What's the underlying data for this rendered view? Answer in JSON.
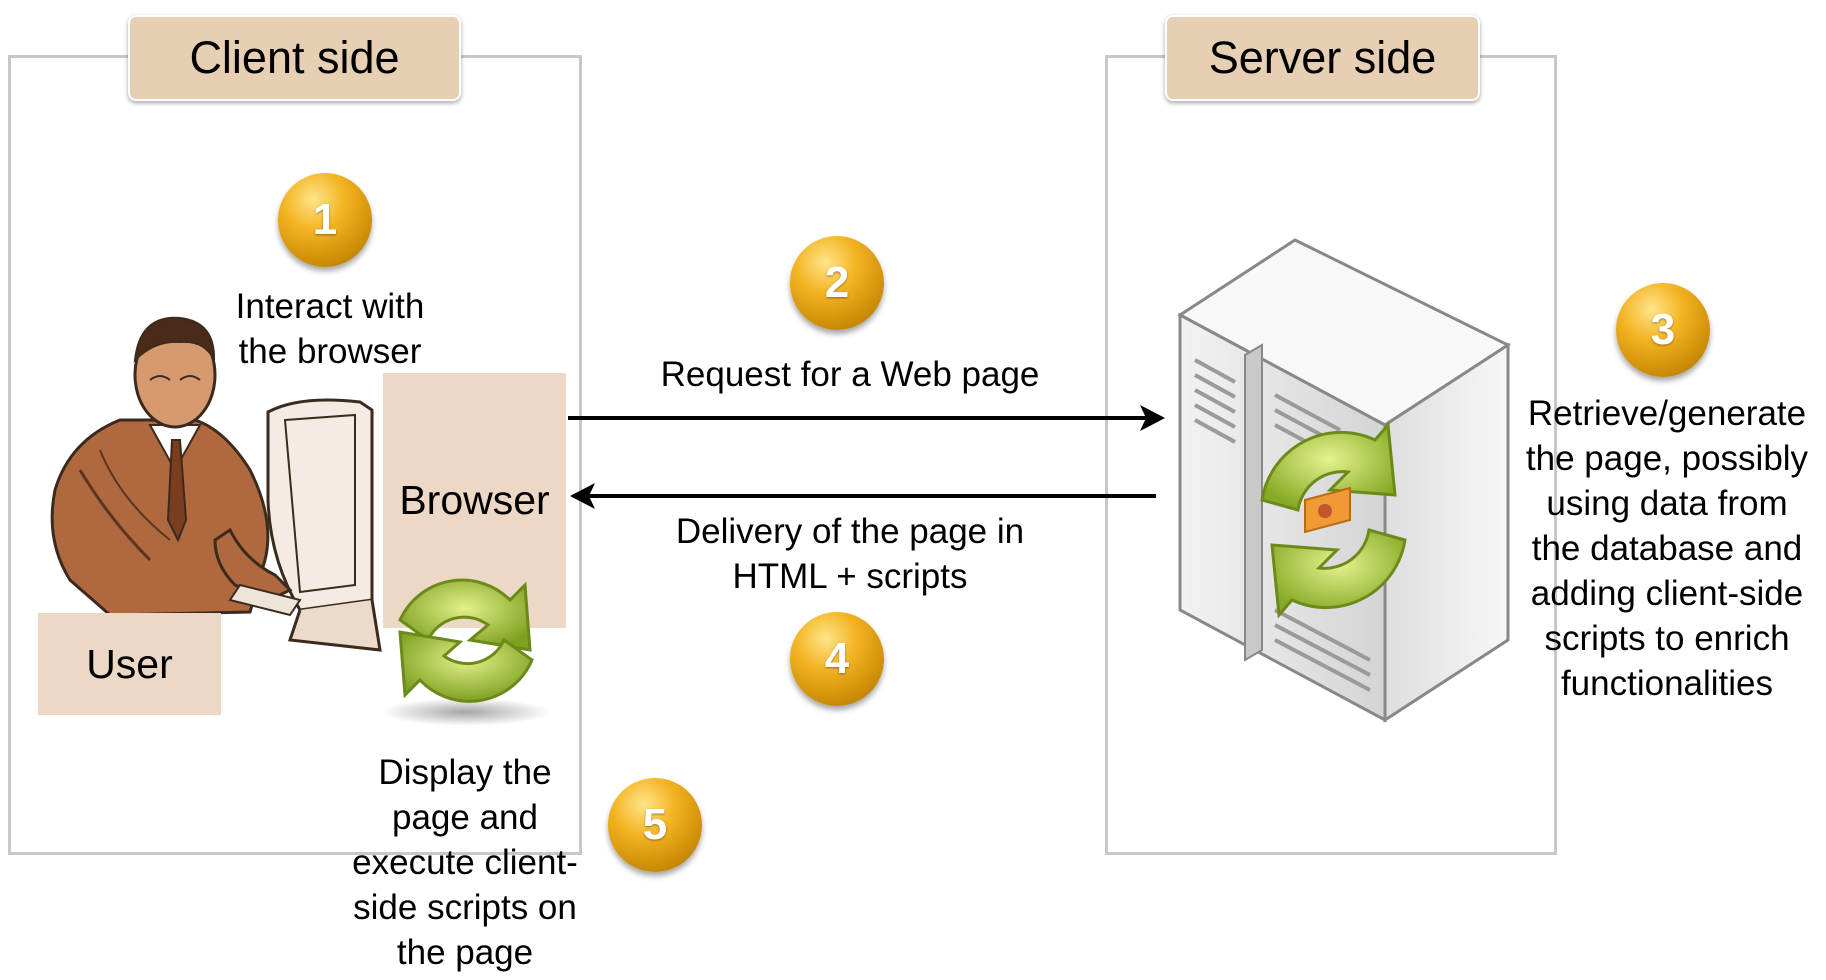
{
  "client": {
    "title": "Client side",
    "step1": {
      "number": "1",
      "text": [
        "Interact with",
        "the browser"
      ]
    },
    "browser_label": "Browser",
    "user_label": "User",
    "step5": {
      "number": "5",
      "text": [
        "Display the",
        "page and",
        "execute client-",
        "side scripts on",
        "the page"
      ]
    }
  },
  "arrows": {
    "request": {
      "number": "2",
      "text": [
        "Request for a Web page"
      ]
    },
    "delivery": {
      "number": "4",
      "text": [
        "Delivery of the page in",
        "HTML + scripts"
      ]
    }
  },
  "server": {
    "title": "Server side",
    "step3": {
      "number": "3",
      "text": [
        "Retrieve/generate",
        "the page, possibly",
        "using data from",
        "the database and",
        "adding client-side",
        "scripts to enrich",
        "functionalities"
      ]
    }
  },
  "colors": {
    "panel_title_bg": "#e7cfb4",
    "beige_box": "#ecd8c4",
    "badge": "#e8a713",
    "refresh_icon": "#8fb52c"
  },
  "icons": [
    "user-at-computer-icon",
    "refresh-icon",
    "server-icon"
  ]
}
